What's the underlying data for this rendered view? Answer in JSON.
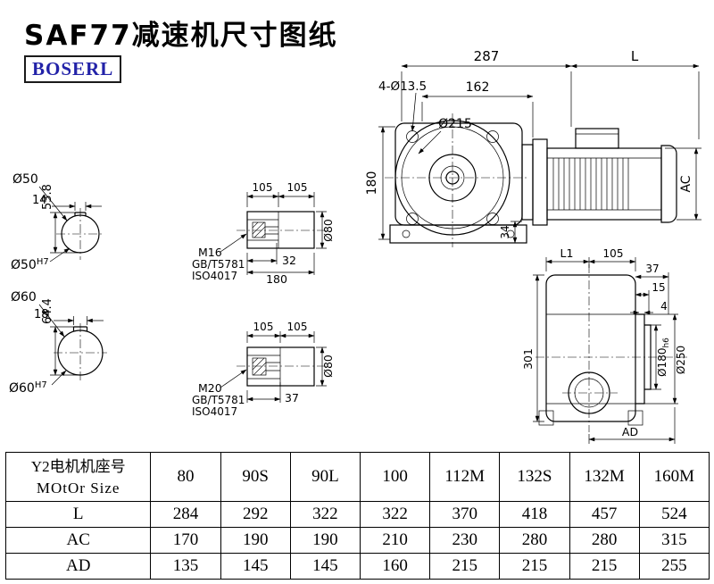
{
  "page": {
    "title": "SAF77减速机尺寸图纸",
    "brand": "BOSERL"
  },
  "front_view": {
    "dim_287": "287",
    "dim_L": "L",
    "bolt_callout": "4-Ø13.5",
    "dim_162": "162",
    "dia_215": "Ø215",
    "dim_180": "180",
    "dim_34": "34",
    "dim_AC": "AC"
  },
  "shaft_section_50": {
    "od_label": "Ø50",
    "dim_height": "53.8",
    "dim_keyway": "14",
    "bore_label": "Ø50",
    "bore_tolerance": "H7"
  },
  "shaft_section_60": {
    "od_label": "Ø60",
    "dim_height": "64.4",
    "dim_keyway": "18",
    "bore_label": "Ø60",
    "bore_tolerance": "H7"
  },
  "shaft_detail_m16": {
    "dim_105_left": "105",
    "dim_105_right": "105",
    "thread_callout": "M16",
    "standard_gb": "GB/T5781",
    "standard_iso": "ISO4017",
    "dim_32": "32",
    "dim_180": "180",
    "dia_80": "Ø80"
  },
  "shaft_detail_m20": {
    "dim_105_left": "105",
    "dim_105_right": "105",
    "thread_callout": "M20",
    "standard_gb": "GB/T5781",
    "standard_iso": "ISO4017",
    "dim_37": "37",
    "dia_80": "Ø80"
  },
  "side_view": {
    "dim_L1": "L1",
    "dim_105": "105",
    "dim_37": "37",
    "dim_15": "15",
    "dim_4": "4",
    "dim_301": "301",
    "dia_180": "Ø180",
    "dia_180_tolerance": "h6",
    "dia_250": "Ø250",
    "dim_AD": "AD"
  },
  "table": {
    "header": {
      "label_cn": "Y2电机机座号",
      "label_en": "MOtOr Size",
      "columns": [
        "80",
        "90S",
        "90L",
        "100",
        "112M",
        "132S",
        "132M",
        "160M"
      ]
    },
    "rows": [
      {
        "label": "L",
        "values": [
          "284",
          "292",
          "322",
          "322",
          "370",
          "418",
          "457",
          "524"
        ]
      },
      {
        "label": "AC",
        "values": [
          "170",
          "190",
          "190",
          "210",
          "230",
          "280",
          "280",
          "315"
        ]
      },
      {
        "label": "AD",
        "values": [
          "135",
          "145",
          "145",
          "160",
          "215",
          "215",
          "215",
          "255"
        ]
      }
    ]
  }
}
